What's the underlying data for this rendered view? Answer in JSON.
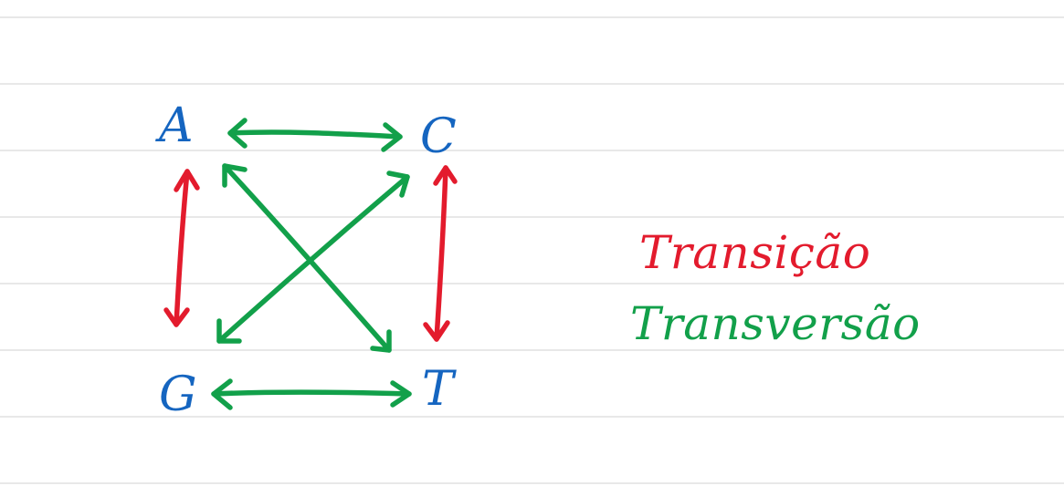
{
  "colors": {
    "nucleotide_blue": "#1565c0",
    "transition_red": "#e31b2d",
    "transversion_green": "#12a04a",
    "ruled_line": "#d9d9d9"
  },
  "nodes": {
    "a": "A",
    "c": "C",
    "g": "G",
    "t": "T"
  },
  "legend": {
    "transition": "Transição",
    "transversion": "Transversão"
  },
  "edges": [
    {
      "from": "A",
      "to": "C",
      "kind": "transversion"
    },
    {
      "from": "G",
      "to": "T",
      "kind": "transversion"
    },
    {
      "from": "A",
      "to": "T",
      "kind": "transversion"
    },
    {
      "from": "C",
      "to": "G",
      "kind": "transversion"
    },
    {
      "from": "A",
      "to": "G",
      "kind": "transition"
    },
    {
      "from": "C",
      "to": "T",
      "kind": "transition"
    }
  ]
}
